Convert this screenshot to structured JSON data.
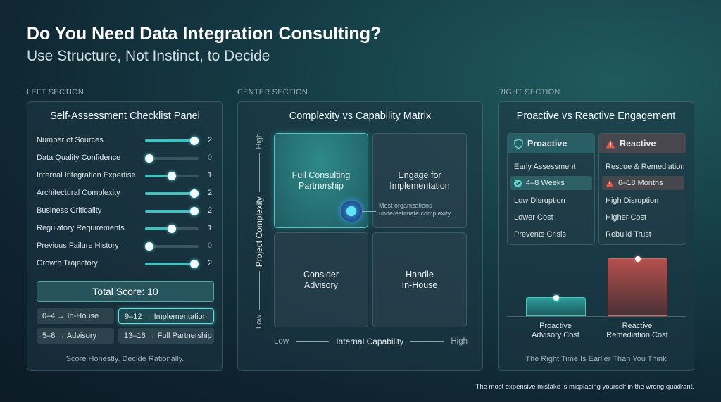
{
  "header": {
    "title": "Do You Need Data Integration Consulting?",
    "subtitle": "Use Structure, Not Instinct, to Decide"
  },
  "sections": {
    "left": "LEFT SECTION",
    "center": "CENTER SECTION",
    "right": "RIGHT SECTION"
  },
  "checklist": {
    "title": "Self-Assessment Checklist Panel",
    "max_value": 2,
    "items": [
      {
        "label": "Number of Sources",
        "value": 2
      },
      {
        "label": "Data Quality Confidence",
        "value": 0
      },
      {
        "label": "Internal Integration Expertise",
        "value": 1
      },
      {
        "label": "Architectural Complexity",
        "value": 2
      },
      {
        "label": "Business Criticality",
        "value": 2
      },
      {
        "label": "Regulatory Requirements",
        "value": 1
      },
      {
        "label": "Previous Failure History",
        "value": 0
      },
      {
        "label": "Growth Trajectory",
        "value": 2
      }
    ],
    "total": "Total Score: 10",
    "ranges": [
      {
        "label": "0–4 → In-House",
        "active": false
      },
      {
        "label": "9–12 → Implementation",
        "active": true
      },
      {
        "label": "5–8 → Advisory",
        "active": false
      },
      {
        "label": "13–16 → Full Partnership",
        "active": false
      }
    ],
    "footer": "Score Honestly. Decide Rationally."
  },
  "matrix": {
    "title": "Complexity vs Capability Matrix",
    "y_axis": {
      "label": "Project Complexity",
      "low": "Low",
      "high": "High"
    },
    "x_axis": {
      "label": "Internal Capability",
      "low": "Low",
      "high": "High"
    },
    "quadrants": {
      "top_left": "Full Consulting\nPartnership",
      "top_right": "Engage for\nImplementation",
      "bottom_left": "Consider\nAdvisory",
      "bottom_right": "Handle\nIn-House"
    },
    "callout": "Most organizations underestimate complexity.",
    "highlight": "top_left"
  },
  "engagement": {
    "title": "Proactive vs Reactive Engagement",
    "proactive": {
      "title": "Proactive",
      "icon": "shield-icon",
      "items": [
        "Early Assessment",
        "4–8 Weeks",
        "Low Disruption",
        "Lower Cost",
        "Prevents Crisis"
      ],
      "color": "#3fb3b0"
    },
    "reactive": {
      "title": "Reactive",
      "icon": "warning-icon",
      "items": [
        "Rescue & Remediation",
        "6–18 Months",
        "High Disruption",
        "Higher Cost",
        "Rebuild Trust"
      ],
      "color": "#d9564e"
    },
    "bars": [
      {
        "label": "Proactive\nAdvisory Cost",
        "relative": 0.33
      },
      {
        "label": "Reactive\nRemediation Cost",
        "relative": 1
      }
    ],
    "footer": "The Right Time Is Earlier Than You Think"
  },
  "footer": "The most expensive mistake is misplacing yourself in the wrong quadrant."
}
